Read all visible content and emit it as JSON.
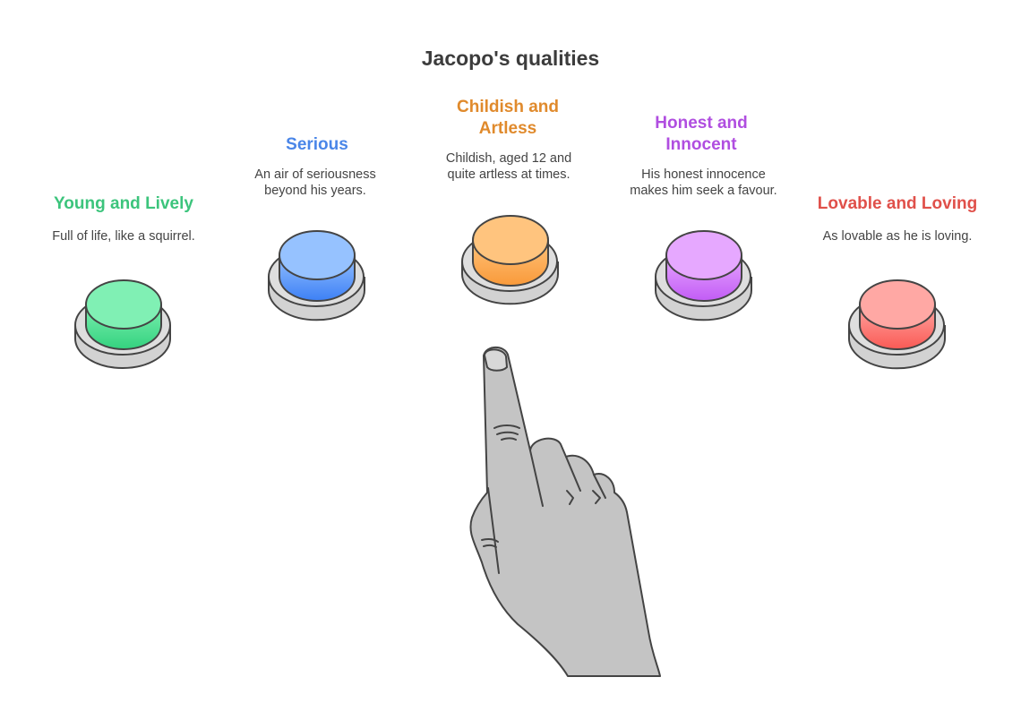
{
  "title": "Jacopo's qualities",
  "qualities": [
    {
      "title": "Young and Lively",
      "desc": "Full of life, like a squirrel.",
      "color": "#3cc47c",
      "fill_top": "#7cf0b0",
      "fill_bottom": "#34d27f"
    },
    {
      "title": "Serious",
      "desc": "An air of seriousness beyond his years.",
      "color": "#4a86e8",
      "fill_top": "#94c0ff",
      "fill_bottom": "#3d80f5"
    },
    {
      "title": "Childish and Artless",
      "desc": "Childish, aged 12 and quite artless at times.",
      "color": "#e08a2c",
      "fill_top": "#ffc27a",
      "fill_bottom": "#f99a3a"
    },
    {
      "title": "Honest and Innocent",
      "desc": "His honest innocence makes him seek a favour.",
      "color": "#b04ee0",
      "fill_top": "#e6a6ff",
      "fill_bottom": "#c25cf5"
    },
    {
      "title": "Lovable and Loving",
      "desc": "As lovable as he is loving.",
      "color": "#e0504a",
      "fill_top": "#ffa6a2",
      "fill_bottom": "#fa5a55"
    }
  ]
}
